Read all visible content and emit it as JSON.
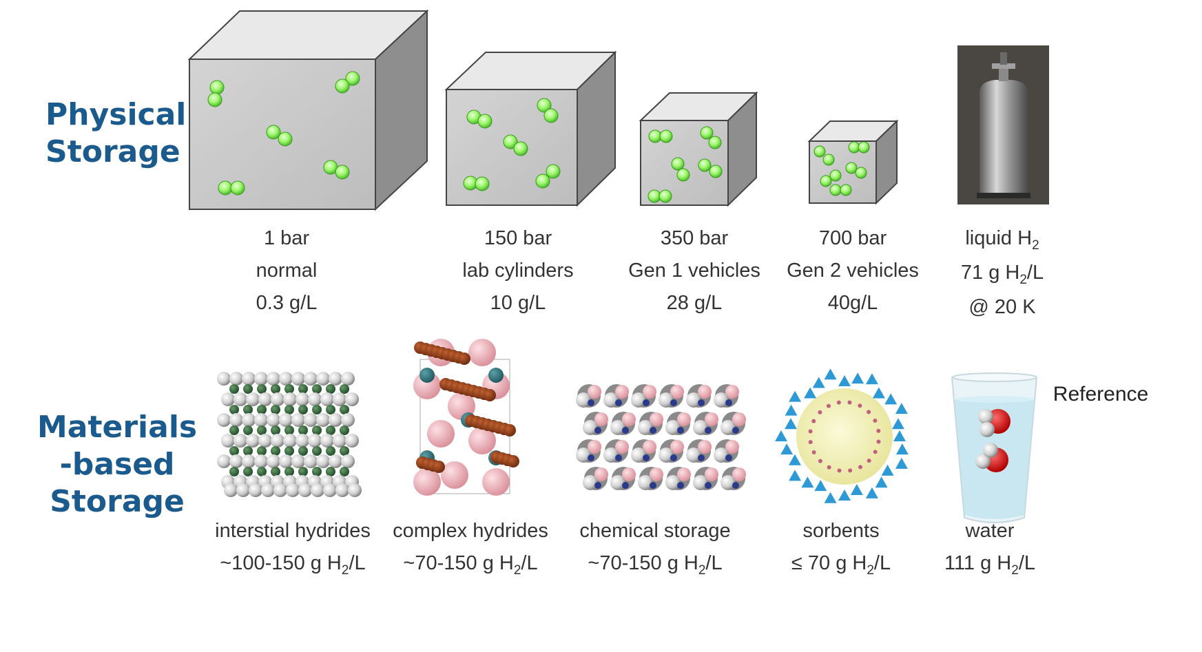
{
  "headings": {
    "physical": [
      "Physical",
      "Storage"
    ],
    "materials": [
      "Materials",
      "-based",
      "Storage"
    ]
  },
  "physical_items": [
    {
      "pressure": "1 bar",
      "use": "normal",
      "density": "0.3 g/L"
    },
    {
      "pressure": "150 bar",
      "use": "lab cylinders",
      "density": "10 g/L"
    },
    {
      "pressure": "350 bar",
      "use": "Gen 1 vehicles",
      "density": "28 g/L"
    },
    {
      "pressure": "700 bar",
      "use": "Gen 2 vehicles",
      "density": "40g/L"
    },
    {
      "line1": "liquid H",
      "line1_sub": "2",
      "line2_pre": "71 g H",
      "line2_sub": "2",
      "line2_post": "/L",
      "line3": "@ 20 K"
    }
  ],
  "materials_items": [
    {
      "name": "interstial hydrides",
      "density_pre": "~100-150 g H",
      "sub": "2",
      "density_post": "/L"
    },
    {
      "name": "complex hydrides",
      "density_pre": "~70-150 g H",
      "sub": "2",
      "density_post": "/L"
    },
    {
      "name": "chemical storage",
      "density_pre": "~70-150 g H",
      "sub": "2",
      "density_post": "/L"
    },
    {
      "name": "sorbents",
      "density_pre": "≤ 70 g H",
      "sub": "2",
      "density_post": "/L"
    },
    {
      "name": "water",
      "density_pre": "111 g H",
      "sub": "2",
      "density_post": "/L"
    }
  ],
  "reference_label": "Reference",
  "colors": {
    "heading": "#1a5a8c",
    "h2_molecule": "#8ef060",
    "cube_front": "#c8c8c8"
  }
}
